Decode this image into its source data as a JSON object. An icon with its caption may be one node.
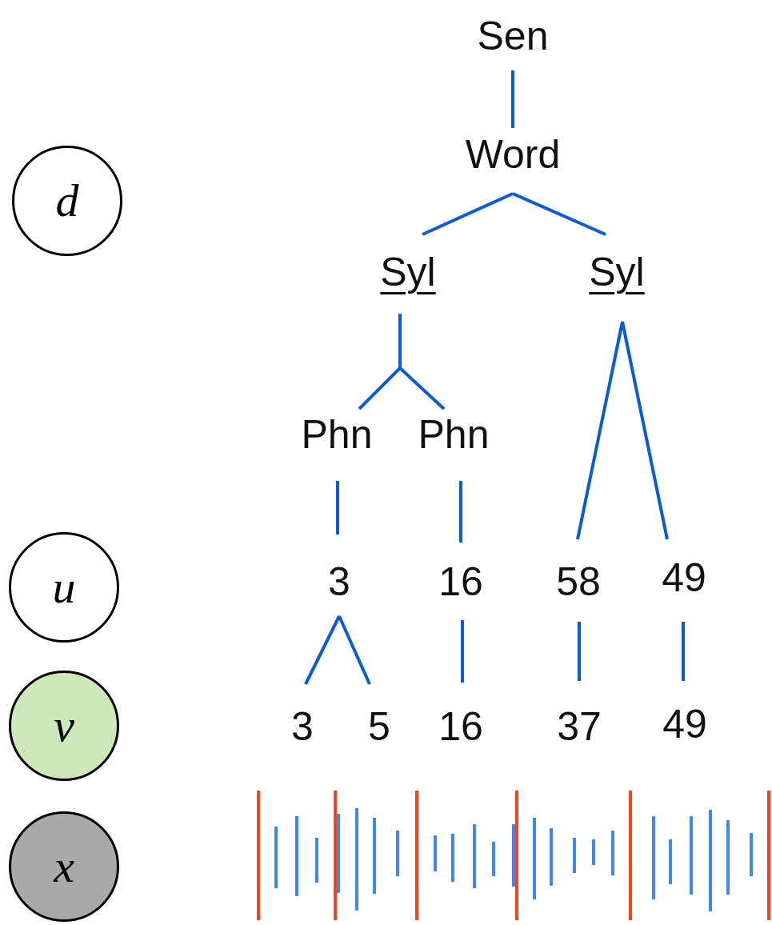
{
  "diagram": {
    "nodes": [
      {
        "text": [
          "d"
        ]
      },
      {
        "text": [
          "u"
        ]
      },
      {
        "text": [
          "v"
        ]
      },
      {
        "text": [
          "x"
        ]
      },
      {
        "text": [
          "Sen"
        ]
      },
      {
        "text": [
          "Word"
        ]
      },
      {
        "text": [
          "Syl"
        ]
      },
      {
        "text": [
          "Syl"
        ]
      },
      {
        "text": [
          "Phn"
        ]
      },
      {
        "text": [
          "Phn"
        ]
      },
      {
        "text": [
          "3"
        ]
      },
      {
        "text": [
          "16"
        ]
      },
      {
        "text": [
          "58"
        ]
      },
      {
        "text": [
          "49"
        ]
      },
      {
        "text": [
          "3"
        ]
      },
      {
        "text": [
          "5"
        ]
      },
      {
        "text": [
          "16"
        ]
      },
      {
        "text": [
          "37"
        ]
      },
      {
        "text": [
          "49"
        ]
      }
    ],
    "edges": [
      {
        "from": 4,
        "to": 5,
        "arrow": "none"
      },
      {
        "from": 5,
        "to": 6,
        "arrow": "none"
      },
      {
        "from": 5,
        "to": 7,
        "arrow": "none"
      },
      {
        "from": 6,
        "to": 8,
        "arrow": "none"
      },
      {
        "from": 6,
        "to": 9,
        "arrow": "none"
      },
      {
        "from": 7,
        "to": 12,
        "arrow": "none"
      },
      {
        "from": 7,
        "to": 13,
        "arrow": "none"
      },
      {
        "from": 8,
        "to": 10,
        "arrow": "none"
      },
      {
        "from": 9,
        "to": 11,
        "arrow": "none"
      },
      {
        "from": 10,
        "to": 14,
        "arrow": "none"
      },
      {
        "from": 10,
        "to": 15,
        "arrow": "none"
      },
      {
        "from": 11,
        "to": 16,
        "arrow": "none"
      },
      {
        "from": 12,
        "to": 17,
        "arrow": "none"
      },
      {
        "from": 13,
        "to": 18,
        "arrow": "none"
      }
    ]
  }
}
